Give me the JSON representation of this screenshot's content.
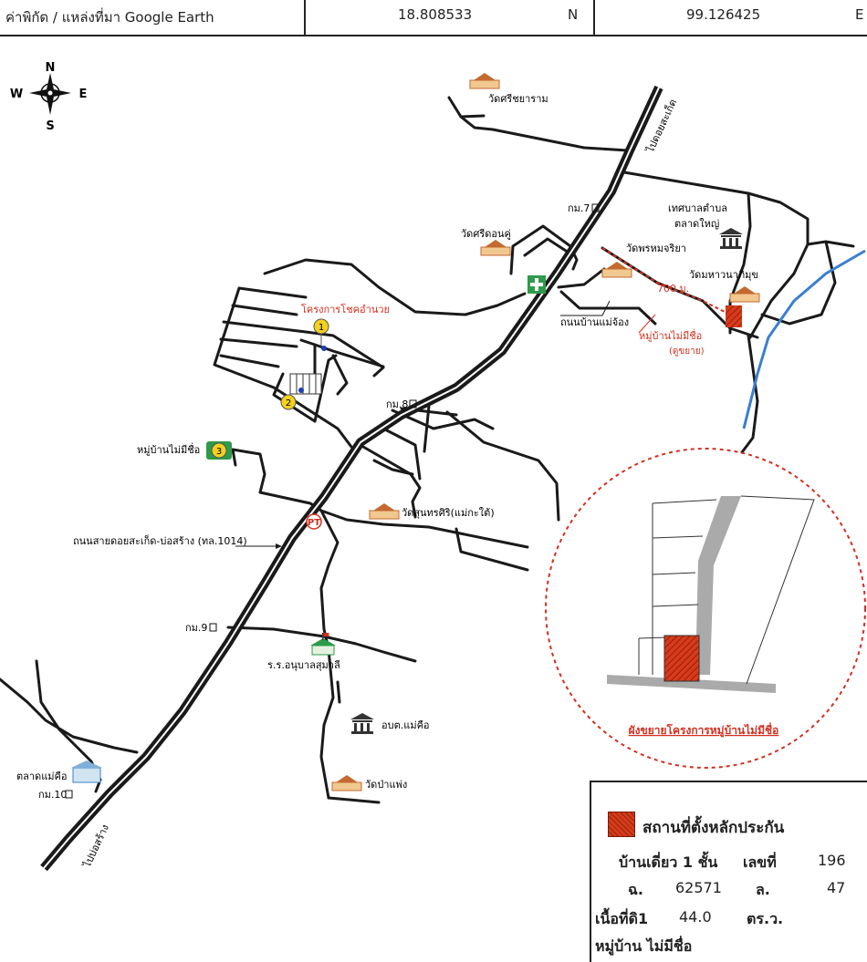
{
  "header": {
    "label": "ค่าพิกัด / แหล่งที่มา Google Earth",
    "latitude": "18.808533",
    "lat_unit": "N",
    "longitude": "99.126425",
    "lon_unit": "E"
  },
  "compass": {
    "n": "N",
    "s": "S",
    "e": "E",
    "w": "W"
  },
  "roads": {
    "main_to_north": "ไปดอยสะเก็ด",
    "main_to_south": "ไปบ่อสร้าง",
    "highway_label": "ถนนสายดอยสะเก็ด-บ่อสร้าง (ทล.1014)",
    "local_road": "ถนนบ้านแม่จ้อง",
    "km7": "กม.7",
    "km8": "กม.8",
    "km9": "กม.9",
    "km10": "กม.10",
    "distance": "700 ม."
  },
  "places": {
    "wat_srichairam": "วัดศรีชยาราม",
    "wat_sridonku": "วัดศรีดอนคู่",
    "wat_phromjariya": "วัดพรหมจริยา",
    "municipality_1": "เทศบาลตำบล",
    "municipality_2": "ตลาดใหญ่",
    "wat_mahawanaphimuk": "วัดมหาวนาภิมุข",
    "unnamed_village_target_1": "หมู่บ้านไม่มีชื่อ",
    "unnamed_village_target_2": "(ดูขยาย)",
    "project_chokamnuay": "โครงการโชคอำนวย",
    "unnamed_village_west": "หมู่บ้านไม่มีชื่อ",
    "wat_sunthornsiri": "วัดสุนทรศิริ(แม่กะใต้)",
    "school": "ร.ร.อนุบาลสุมาลี",
    "sao": "อบต.แม่คือ",
    "market": "ตลาดแม่คือ",
    "wat_pa_phaeng": "วัดป่าแพ่ง",
    "marker_1": "1",
    "marker_2": "2",
    "marker_3": "3"
  },
  "inset": {
    "caption": "ผังขยายโครงการหมู่บ้านไม่มีชื่อ"
  },
  "legend": {
    "symbol_label": "สถานที่ตั้งหลักประกัน",
    "building_type": "บ้านเดี่ยว 1 ชั้น",
    "house_no_label": "เลขที่",
    "house_no": "196",
    "deed_label": "ฉ.",
    "deed_no": "62571",
    "plot_label": "ล.",
    "plot_no": "47",
    "area_label": "เนื้อที่ดิ1",
    "area_value": "44.0",
    "area_unit": "ตร.ว.",
    "village": "หมู่บ้าน ไม่มีชื่อ"
  },
  "colors": {
    "road": "#1a1a1a",
    "highway_fill": "#ffffff",
    "river": "#3a7fd0",
    "target": "#d93a1a",
    "red_text": "#d23020",
    "marker": "#f2d21e",
    "hospital": "#2e9a4a",
    "temple": "#c46a30"
  }
}
